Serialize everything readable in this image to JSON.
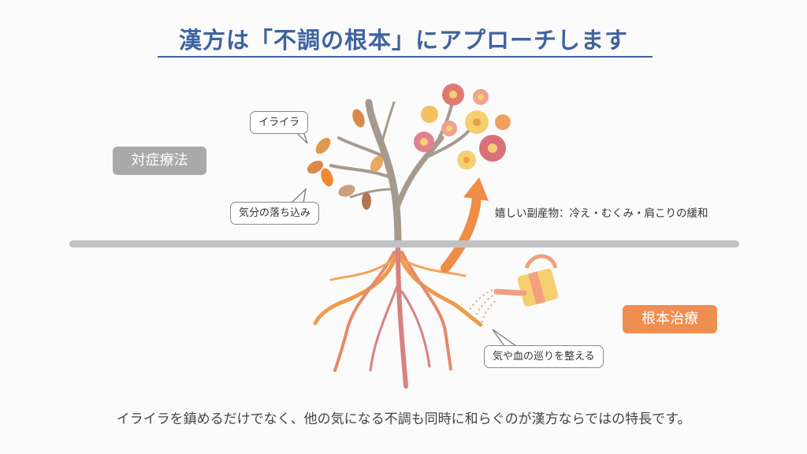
{
  "title": "漢方は「不調の根本」にアプローチします",
  "labels": {
    "symptomatic": "対症療法",
    "root": "根本治療"
  },
  "bubbles": {
    "irritation": "イライラ",
    "depression": "気分の落ち込み",
    "circulation": "気や血の巡りを整える"
  },
  "side_effect_text": "嬉しい副産物：冷え・むくみ・肩こりの緩和",
  "footer": "イライラを鎮めるだけでなく、他の気になる不調も同時に和らぐのが漢方ならではの特長です。",
  "colors": {
    "title": "#3f63a0",
    "symptomatic": "#a9a9a9",
    "root": "#ee8e50"
  }
}
